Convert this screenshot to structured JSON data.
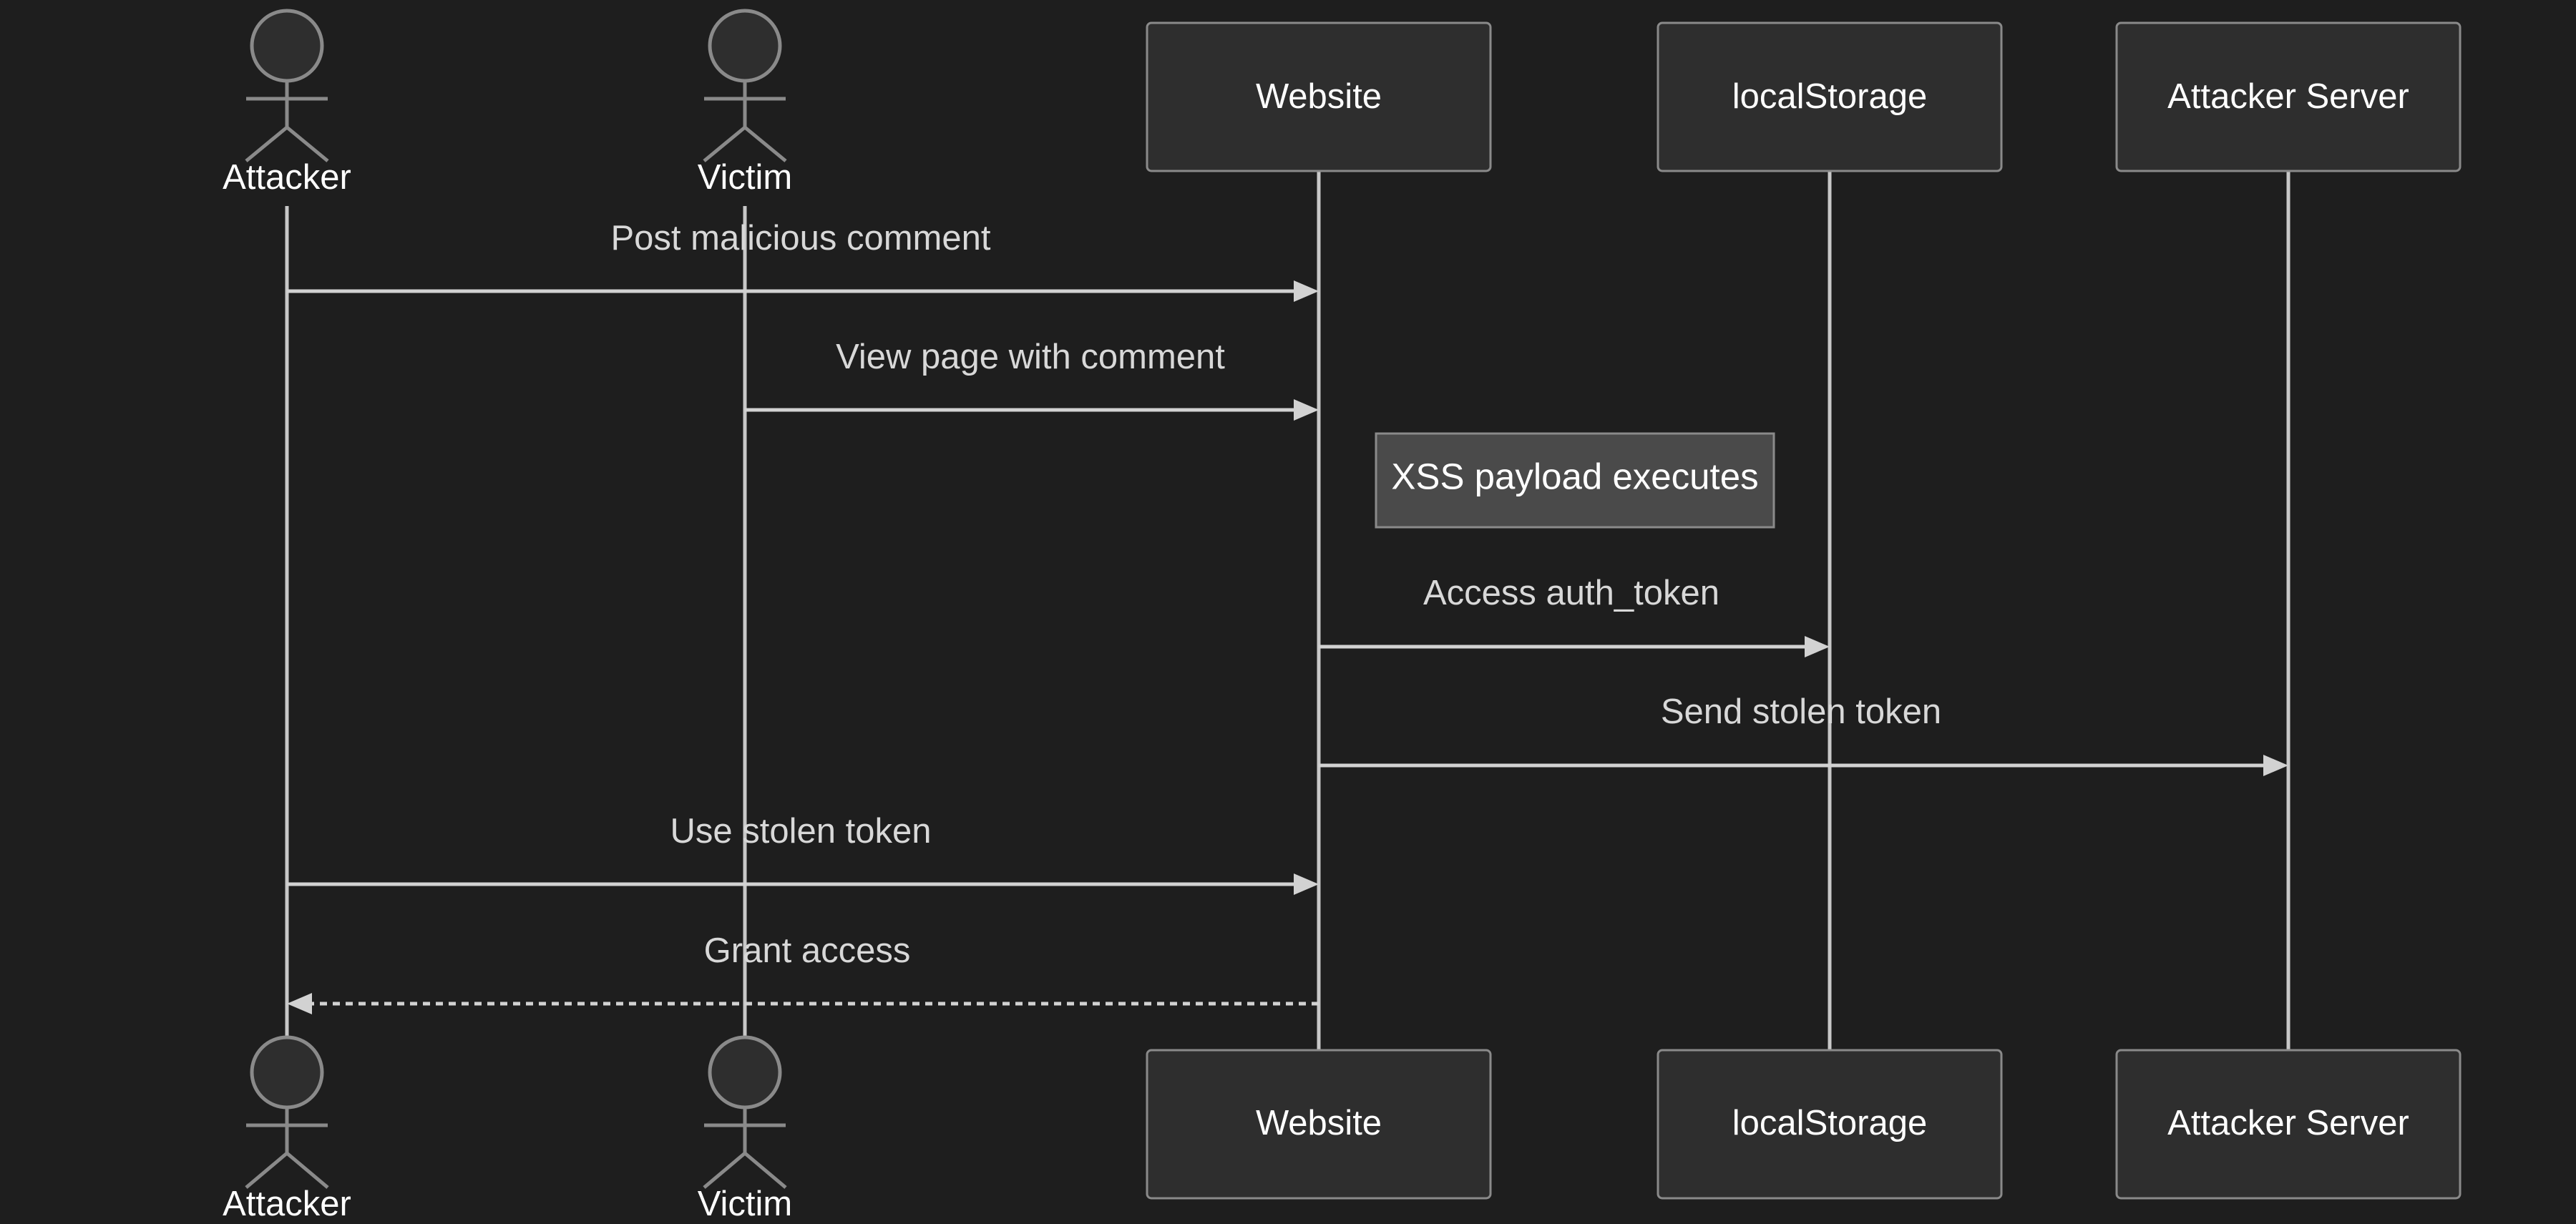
{
  "participants": {
    "attacker": {
      "label": "Attacker",
      "kind": "actor"
    },
    "victim": {
      "label": "Victim",
      "kind": "actor"
    },
    "website": {
      "label": "Website",
      "kind": "box"
    },
    "local_storage": {
      "label": "localStorage",
      "kind": "box"
    },
    "attacker_server": {
      "label": "Attacker Server",
      "kind": "box"
    }
  },
  "messages": [
    {
      "from": "attacker",
      "to": "website",
      "label": "Post malicious comment",
      "style": "solid"
    },
    {
      "from": "victim",
      "to": "website",
      "label": "View page with comment",
      "style": "solid"
    },
    {
      "from": "website",
      "to": "local_storage",
      "label": "Access auth_token",
      "style": "solid"
    },
    {
      "from": "website",
      "to": "attacker_server",
      "label": "Send stolen token",
      "style": "solid"
    },
    {
      "from": "attacker",
      "to": "website",
      "label": "Use stolen token",
      "style": "solid"
    },
    {
      "from": "website",
      "to": "attacker",
      "label": "Grant access",
      "style": "dashed"
    }
  ],
  "note": {
    "over": "website",
    "label": "XSS payload executes"
  },
  "colors": {
    "background": "#1e1e1e",
    "box_fill": "#2e2e2e",
    "note_fill": "#4a4a4a",
    "border": "#8a8a8a",
    "line": "#d2d2d2"
  }
}
